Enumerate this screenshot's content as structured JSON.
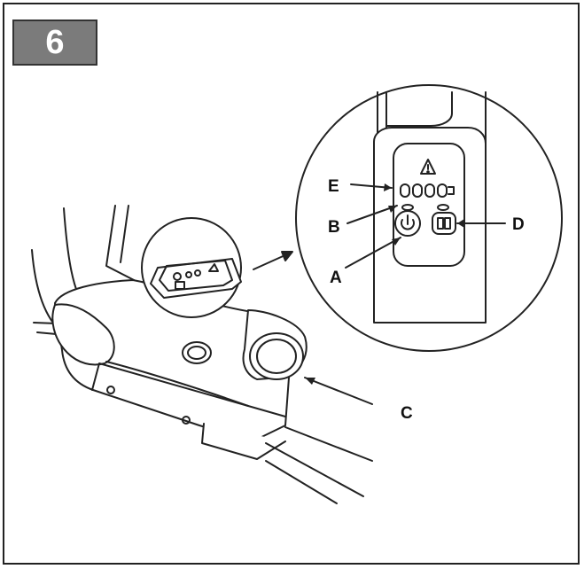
{
  "step": {
    "number": "6"
  },
  "callouts": {
    "a": "A",
    "b": "B",
    "c": "C",
    "d": "D",
    "e": "E"
  },
  "colors": {
    "badge_fill": "#7b7b7b",
    "line": "#222222"
  },
  "icons": {
    "warning": "warning-triangle-icon",
    "power": "power-icon",
    "mode": "mode-button-icon",
    "battery": "battery-level-icon"
  }
}
